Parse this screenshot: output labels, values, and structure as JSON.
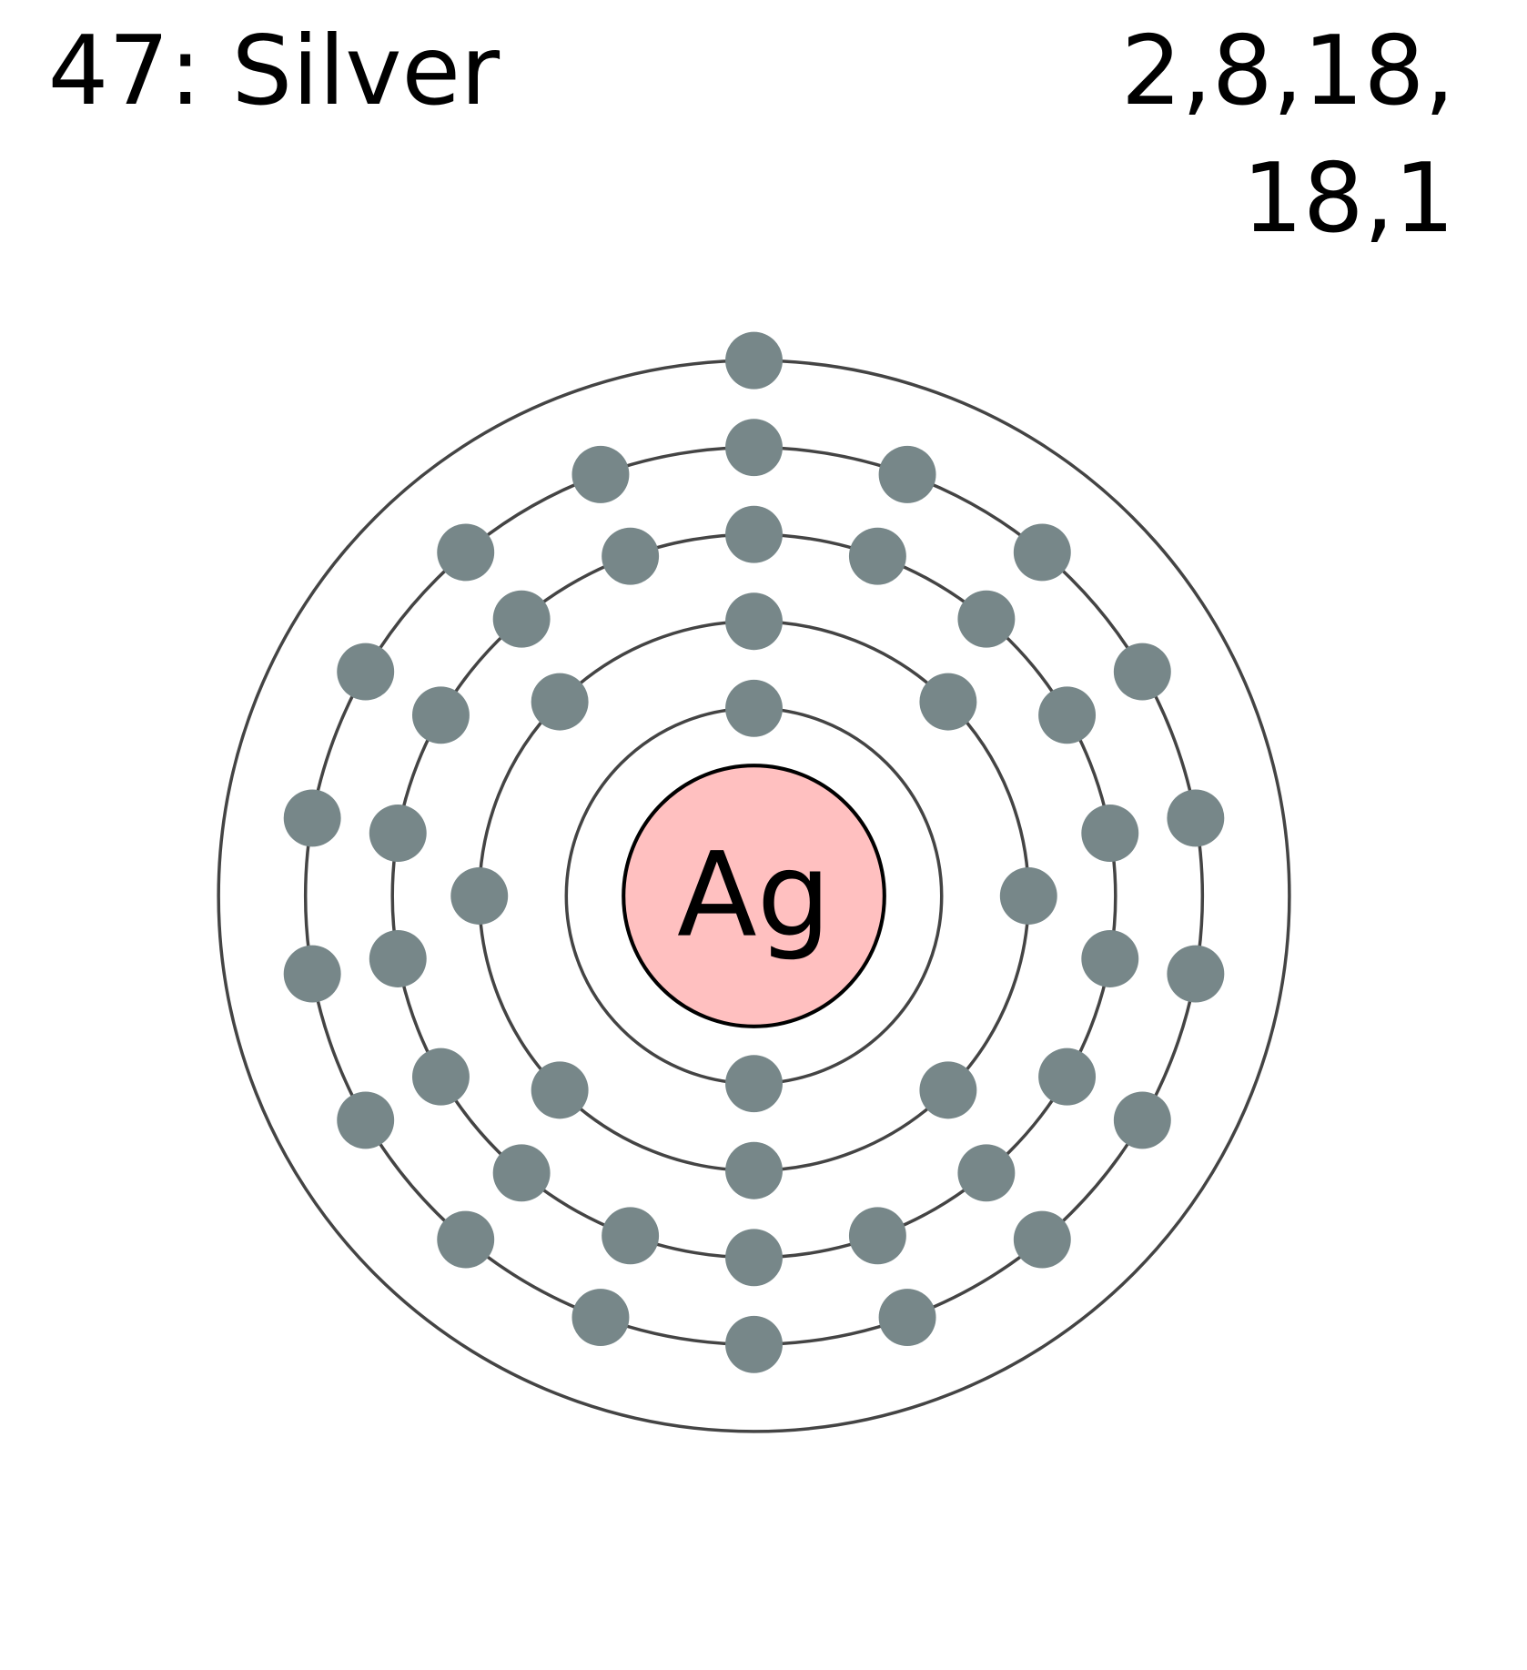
{
  "title": "47: Silver",
  "configuration": {
    "line1": "2,8,18,",
    "line2": "18,1"
  },
  "symbol": "Ag",
  "shells": [
    2,
    8,
    18,
    18,
    1
  ],
  "colors": {
    "nucleus": "#ffc0c0",
    "electron": "#778789",
    "shell": "#444444",
    "text": "#000000"
  }
}
